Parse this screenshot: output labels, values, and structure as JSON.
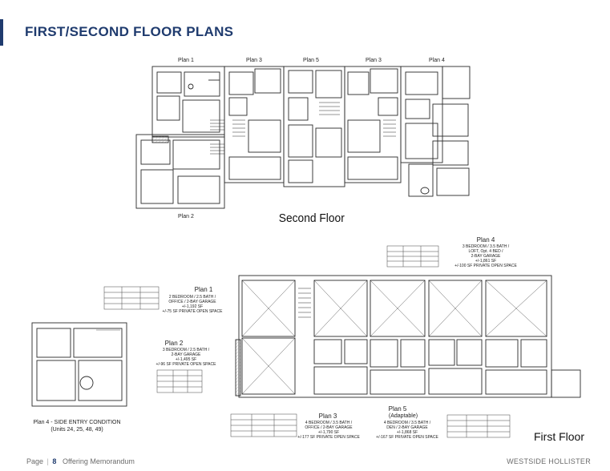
{
  "page_title": "FIRST/SECOND FLOOR PLANS",
  "second_floor": {
    "caption": "Second Floor",
    "plan_labels": [
      "Plan 1",
      "Plan 3",
      "Plan 5",
      "Plan 3",
      "Plan 4"
    ],
    "plan2_label": "Plan 2"
  },
  "first_floor": {
    "caption": "First Floor",
    "plan1": {
      "title": "Plan 1",
      "lines": [
        "2 BEDROOM / 2.5 BATH /",
        "OFFICE / 2-BAY GARAGE",
        "+/-1,192 SF",
        "+/-75 SF PRIVATE OPEN SPACE"
      ]
    },
    "plan2": {
      "title": "Plan 2",
      "lines": [
        "3 BEDROOM / 2.5 BATH /",
        "2-BAY GARAGE",
        "+/-1,495 SF",
        "+/-96 SF PRIVATE OPEN SPACE"
      ]
    },
    "plan3": {
      "title": "Plan 3",
      "lines": [
        "4 BEDROOM / 3.5 BATH /",
        "OFFICE / 2-BAY GARAGE",
        "+/-1,790 SF",
        "+/-177 SF PRIVATE OPEN SPACE"
      ]
    },
    "plan4": {
      "title": "Plan 4",
      "lines": [
        "3 BEDROOM / 3.5 BATH /",
        "LOFT, Opt. 4 BED /",
        "2-BAY GARAGE",
        "+/-1,861 SF",
        "+/-100 SF PRIVATE OPEN SPACE"
      ]
    },
    "plan5": {
      "title": "Plan 5",
      "subtitle": "(Adaptable)",
      "lines": [
        "4 BEDROOM / 3.5 BATH /",
        "DEN / 2-BAY GARAGE",
        "+/-1,868 SF",
        "+/-167 SF PRIVATE OPEN SPACE"
      ]
    },
    "side_entry": {
      "title": "Plan 4 - SIDE ENTRY CONDITION",
      "units": "(Units 24, 25, 48, 49)"
    }
  },
  "footer": {
    "page_word": "Page",
    "page_sep": "|",
    "page_number": "8",
    "doc_name": "Offering Memorandum",
    "project": "WESTSIDE HOLLISTER"
  }
}
